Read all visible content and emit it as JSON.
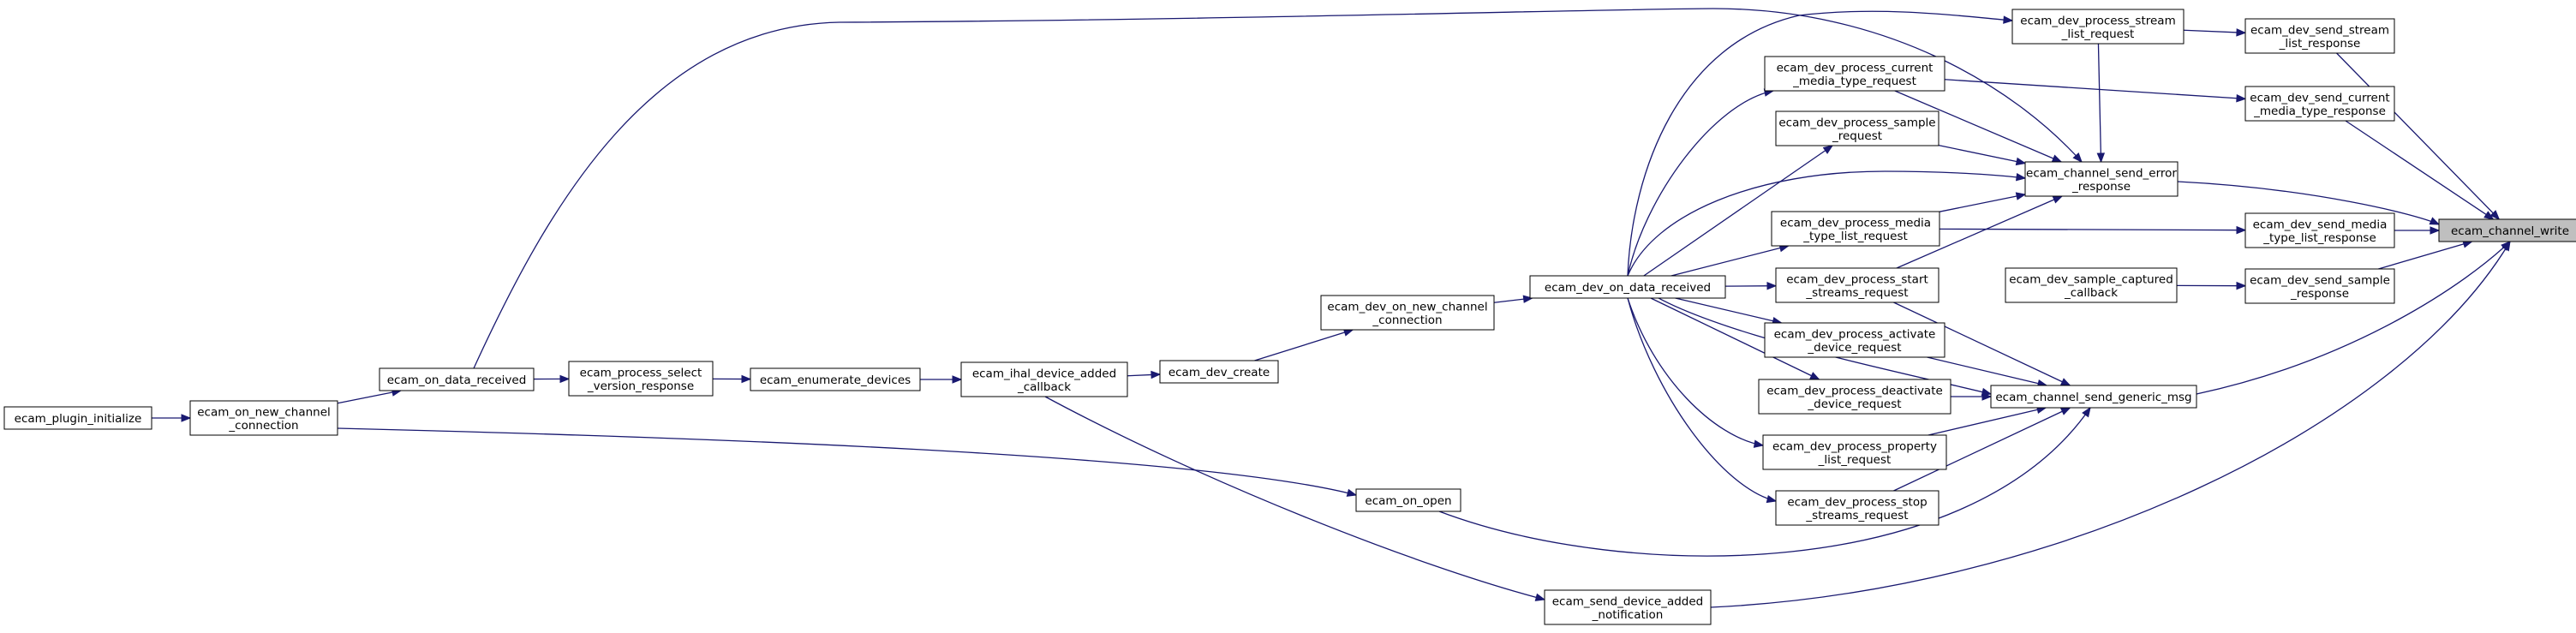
{
  "nodes": [
    {
      "id": "ecam_channel_write",
      "lines": [
        "ecam_channel_write"
      ],
      "highlight": true
    },
    {
      "id": "ecam_channel_send_error_response",
      "lines": [
        "ecam_channel_send_error",
        "_response"
      ]
    },
    {
      "id": "ecam_channel_send_generic_msg",
      "lines": [
        "ecam_channel_send_generic_msg"
      ]
    },
    {
      "id": "ecam_dev_send_stream_list_response",
      "lines": [
        "ecam_dev_send_stream",
        "_list_response"
      ]
    },
    {
      "id": "ecam_dev_send_current_media_type_response",
      "lines": [
        "ecam_dev_send_current",
        "_media_type_response"
      ]
    },
    {
      "id": "ecam_dev_send_media_type_list_response",
      "lines": [
        "ecam_dev_send_media",
        "_type_list_response"
      ]
    },
    {
      "id": "ecam_dev_send_sample_response",
      "lines": [
        "ecam_dev_send_sample",
        "_response"
      ]
    },
    {
      "id": "ecam_dev_process_stream_list_request",
      "lines": [
        "ecam_dev_process_stream",
        "_list_request"
      ]
    },
    {
      "id": "ecam_dev_process_current_media_type_request",
      "lines": [
        "ecam_dev_process_current",
        "_media_type_request"
      ]
    },
    {
      "id": "ecam_dev_process_sample_request",
      "lines": [
        "ecam_dev_process_sample",
        "_request"
      ]
    },
    {
      "id": "ecam_dev_process_media_type_list_request",
      "lines": [
        "ecam_dev_process_media",
        "_type_list_request"
      ]
    },
    {
      "id": "ecam_dev_process_start_streams_request",
      "lines": [
        "ecam_dev_process_start",
        "_streams_request"
      ]
    },
    {
      "id": "ecam_dev_sample_captured_callback",
      "lines": [
        "ecam_dev_sample_captured",
        "_callback"
      ]
    },
    {
      "id": "ecam_dev_process_activate_device_request",
      "lines": [
        "ecam_dev_process_activate",
        "_device_request"
      ]
    },
    {
      "id": "ecam_dev_process_deactivate_device_request",
      "lines": [
        "ecam_dev_process_deactivate",
        "_device_request"
      ]
    },
    {
      "id": "ecam_dev_process_property_list_request",
      "lines": [
        "ecam_dev_process_property",
        "_list_request"
      ]
    },
    {
      "id": "ecam_dev_process_stop_streams_request",
      "lines": [
        "ecam_dev_process_stop",
        "_streams_request"
      ]
    },
    {
      "id": "ecam_dev_on_data_received",
      "lines": [
        "ecam_dev_on_data_received"
      ]
    },
    {
      "id": "ecam_dev_on_new_channel_connection",
      "lines": [
        "ecam_dev_on_new_channel",
        "_connection"
      ]
    },
    {
      "id": "ecam_dev_create",
      "lines": [
        "ecam_dev_create"
      ]
    },
    {
      "id": "ecam_ihal_device_added_callback",
      "lines": [
        "ecam_ihal_device_added",
        "_callback"
      ]
    },
    {
      "id": "ecam_enumerate_devices",
      "lines": [
        "ecam_enumerate_devices"
      ]
    },
    {
      "id": "ecam_process_select_version_response",
      "lines": [
        "ecam_process_select",
        "_version_response"
      ]
    },
    {
      "id": "ecam_on_data_received",
      "lines": [
        "ecam_on_data_received"
      ]
    },
    {
      "id": "ecam_on_new_channel_connection",
      "lines": [
        "ecam_on_new_channel",
        "_connection"
      ]
    },
    {
      "id": "ecam_plugin_initialize",
      "lines": [
        "ecam_plugin_initialize"
      ]
    },
    {
      "id": "ecam_on_open",
      "lines": [
        "ecam_on_open"
      ]
    },
    {
      "id": "ecam_send_device_added_notification",
      "lines": [
        "ecam_send_device_added",
        "_notification"
      ]
    }
  ],
  "edges": [
    [
      "ecam_channel_send_error_response",
      "ecam_channel_write"
    ],
    [
      "ecam_channel_send_generic_msg",
      "ecam_channel_write"
    ],
    [
      "ecam_dev_send_stream_list_response",
      "ecam_channel_write"
    ],
    [
      "ecam_dev_send_current_media_type_response",
      "ecam_channel_write"
    ],
    [
      "ecam_dev_send_media_type_list_response",
      "ecam_channel_write"
    ],
    [
      "ecam_dev_send_sample_response",
      "ecam_channel_write"
    ],
    [
      "ecam_send_device_added_notification",
      "ecam_channel_write"
    ],
    [
      "ecam_dev_process_stream_list_request",
      "ecam_dev_send_stream_list_response"
    ],
    [
      "ecam_dev_process_current_media_type_request",
      "ecam_dev_send_current_media_type_response"
    ],
    [
      "ecam_dev_process_media_type_list_request",
      "ecam_dev_send_media_type_list_response"
    ],
    [
      "ecam_dev_sample_captured_callback",
      "ecam_dev_send_sample_response"
    ],
    [
      "ecam_dev_process_stream_list_request",
      "ecam_channel_send_error_response"
    ],
    [
      "ecam_dev_process_current_media_type_request",
      "ecam_channel_send_error_response"
    ],
    [
      "ecam_dev_process_sample_request",
      "ecam_channel_send_error_response"
    ],
    [
      "ecam_dev_process_media_type_list_request",
      "ecam_channel_send_error_response"
    ],
    [
      "ecam_dev_process_start_streams_request",
      "ecam_channel_send_error_response"
    ],
    [
      "ecam_dev_on_data_received",
      "ecam_channel_send_error_response"
    ],
    [
      "ecam_on_data_received",
      "ecam_channel_send_error_response"
    ],
    [
      "ecam_dev_process_start_streams_request",
      "ecam_channel_send_generic_msg"
    ],
    [
      "ecam_dev_process_activate_device_request",
      "ecam_channel_send_generic_msg"
    ],
    [
      "ecam_dev_process_deactivate_device_request",
      "ecam_channel_send_generic_msg"
    ],
    [
      "ecam_dev_process_property_list_request",
      "ecam_channel_send_generic_msg"
    ],
    [
      "ecam_dev_process_stop_streams_request",
      "ecam_channel_send_generic_msg"
    ],
    [
      "ecam_dev_on_data_received",
      "ecam_channel_send_generic_msg"
    ],
    [
      "ecam_on_open",
      "ecam_channel_send_generic_msg"
    ],
    [
      "ecam_dev_on_data_received",
      "ecam_dev_process_stream_list_request"
    ],
    [
      "ecam_dev_on_data_received",
      "ecam_dev_process_current_media_type_request"
    ],
    [
      "ecam_dev_on_data_received",
      "ecam_dev_process_sample_request"
    ],
    [
      "ecam_dev_on_data_received",
      "ecam_dev_process_media_type_list_request"
    ],
    [
      "ecam_dev_on_data_received",
      "ecam_dev_process_start_streams_request"
    ],
    [
      "ecam_dev_on_data_received",
      "ecam_dev_process_activate_device_request"
    ],
    [
      "ecam_dev_on_data_received",
      "ecam_dev_process_deactivate_device_request"
    ],
    [
      "ecam_dev_on_data_received",
      "ecam_dev_process_property_list_request"
    ],
    [
      "ecam_dev_on_data_received",
      "ecam_dev_process_stop_streams_request"
    ],
    [
      "ecam_dev_on_new_channel_connection",
      "ecam_dev_on_data_received"
    ],
    [
      "ecam_dev_create",
      "ecam_dev_on_new_channel_connection"
    ],
    [
      "ecam_ihal_device_added_callback",
      "ecam_dev_create"
    ],
    [
      "ecam_enumerate_devices",
      "ecam_ihal_device_added_callback"
    ],
    [
      "ecam_process_select_version_response",
      "ecam_enumerate_devices"
    ],
    [
      "ecam_on_data_received",
      "ecam_process_select_version_response"
    ],
    [
      "ecam_on_new_channel_connection",
      "ecam_on_data_received"
    ],
    [
      "ecam_plugin_initialize",
      "ecam_on_new_channel_connection"
    ],
    [
      "ecam_on_new_channel_connection",
      "ecam_on_open"
    ],
    [
      "ecam_ihal_device_added_callback",
      "ecam_send_device_added_notification"
    ]
  ]
}
